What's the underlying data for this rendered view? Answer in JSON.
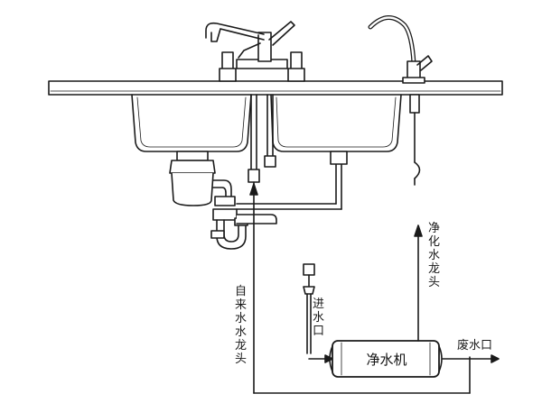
{
  "labels": {
    "tap_water": "自来水水龙头",
    "purified_tap": "净化水龙头",
    "inlet": "进水口",
    "waste_outlet": "废水口",
    "purifier": "净水机"
  }
}
